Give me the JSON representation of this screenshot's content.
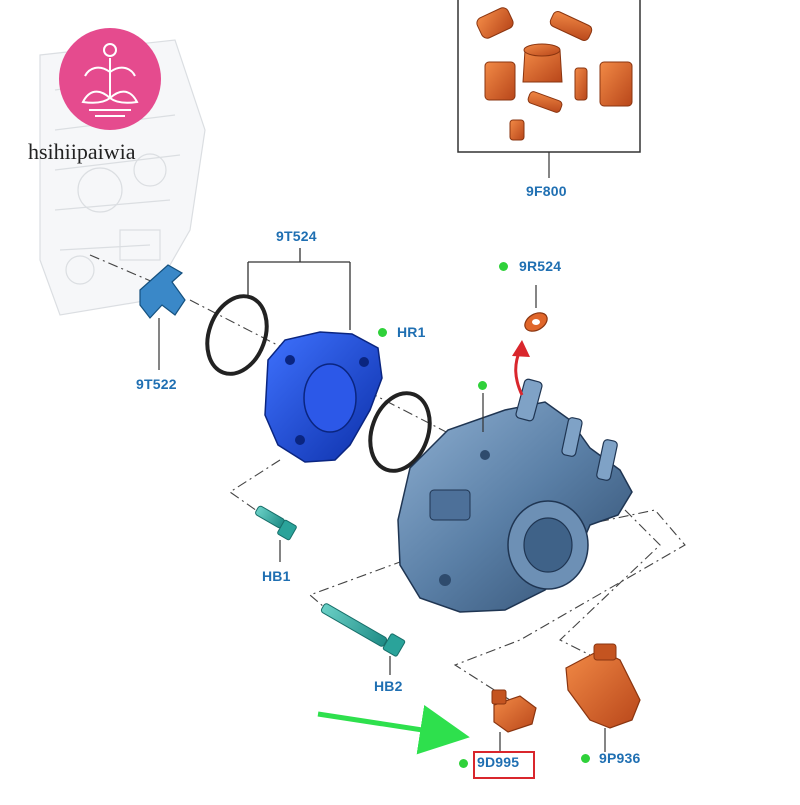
{
  "watermark": {
    "brand_text": "hsihiipaiwia",
    "logo": "lotus-yoga-logo"
  },
  "colors": {
    "label_blue": "#1f6fb2",
    "callout_green": "#2fd13a",
    "arrow_green": "#2ee04d",
    "arrow_red": "#d9262c",
    "part_orange": "#e0662a",
    "part_blue": "#1d4fd6",
    "pump_slate": "#5a7fa6",
    "hose_teal": "#35b1a8",
    "logo_pink": "#e54b8e"
  },
  "labels": {
    "kit": "9F800",
    "seal_pair": "9T524",
    "coupling": "9T522",
    "washer": "9R524",
    "hr1": "HR1",
    "hb1": "HB1",
    "hb2": "HB2",
    "sensor": "9D995",
    "valve": "9P936"
  }
}
